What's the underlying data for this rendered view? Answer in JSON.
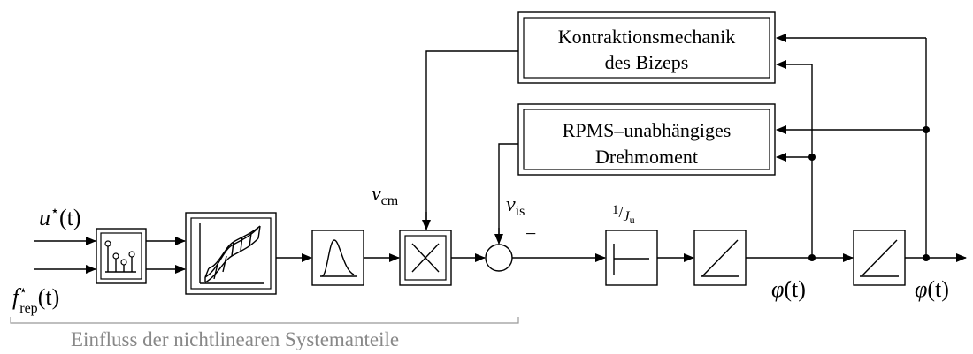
{
  "blocks": {
    "contraction": {
      "line1": "Kontraktionsmechanik",
      "line2": "des Bizeps"
    },
    "rpms": {
      "line1": "RPMS–unabhängiges",
      "line2": "Drehmoment"
    },
    "inertia_label": {
      "num": "1",
      "den": "J",
      "den_sub": "u"
    }
  },
  "signals": {
    "u": {
      "base": "u",
      "sup": "⋆",
      "arg": "(t)"
    },
    "f_rep": {
      "base": "f",
      "sup": "⋆",
      "sub": "rep",
      "arg": "(t)"
    },
    "v_cm": {
      "base": "v",
      "sub": "cm"
    },
    "v_is": {
      "base": "v",
      "sub": "is"
    },
    "minus": "−",
    "phi_dot": {
      "base": "φ̇",
      "arg": "(t)"
    },
    "phi": {
      "base": "φ",
      "arg": "(t)"
    }
  },
  "caption": "Einfluss der nichtlinearen Systemanteile"
}
